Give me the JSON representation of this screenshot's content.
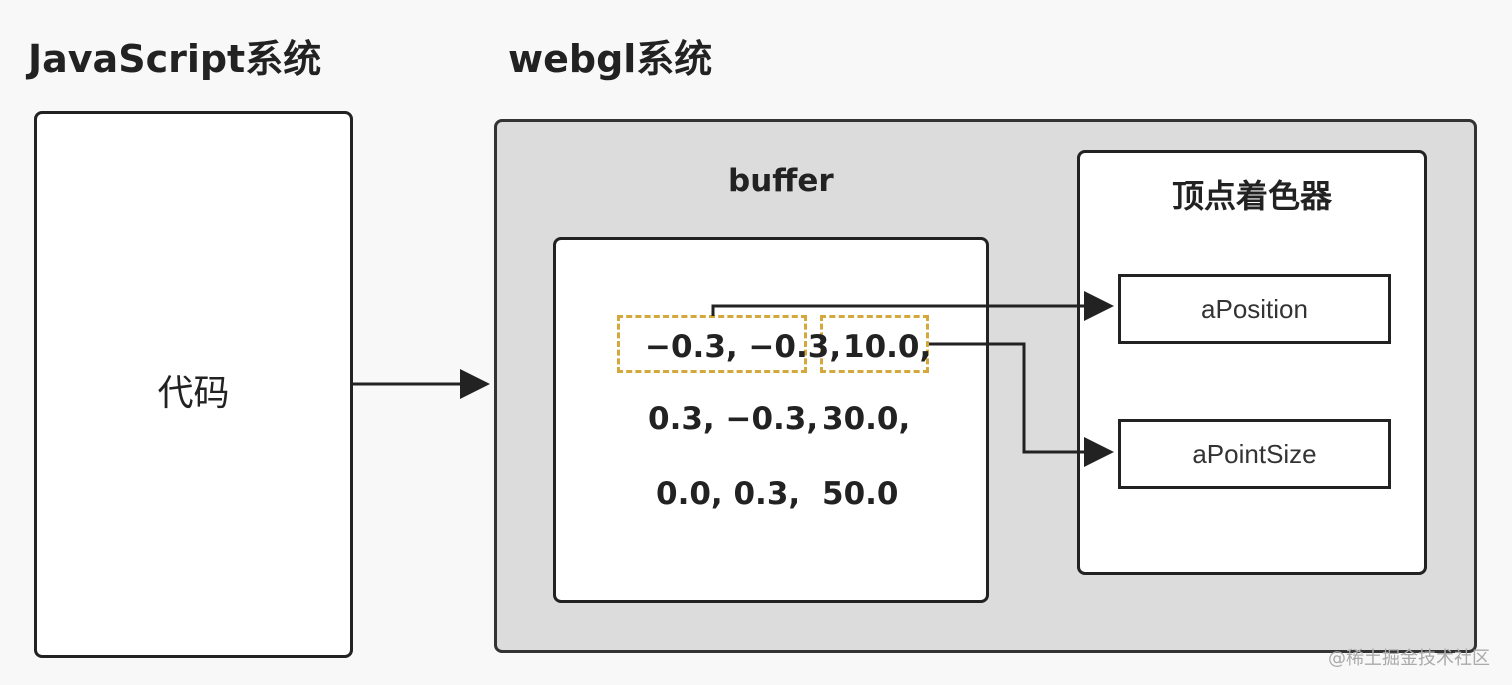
{
  "titles": {
    "js_system": "JavaScript系统",
    "webgl_system": "webgl系统"
  },
  "js_box": {
    "label": "代码"
  },
  "buffer": {
    "label": "buffer",
    "rows": [
      {
        "pos": "−0.3, −0.3,",
        "size": "10.0,"
      },
      {
        "pos": "0.3, −0.3,",
        "size": "30.0,"
      },
      {
        "pos": "0.0, 0.3,",
        "size": "50.0"
      }
    ]
  },
  "shader": {
    "label": "顶点着色器",
    "attributes": [
      "aPosition",
      "aPointSize"
    ]
  },
  "colors": {
    "highlight_dash": "#d4a83a",
    "webgl_bg": "#dcdcdc"
  },
  "watermark": "@稀土掘金技术社区"
}
